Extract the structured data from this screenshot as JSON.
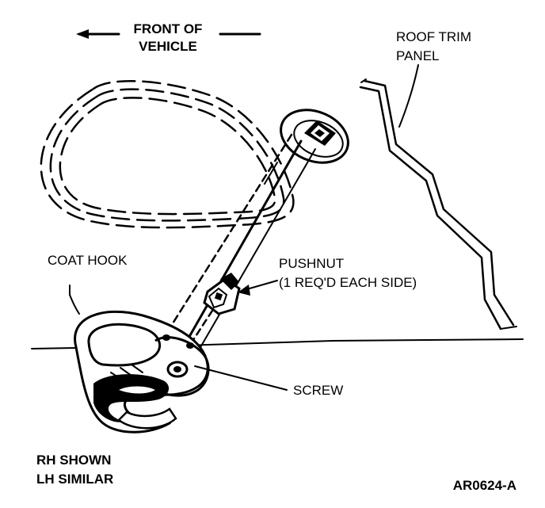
{
  "labels": {
    "front_of_vehicle_line1": "FRONT OF",
    "front_of_vehicle_line2": "VEHICLE",
    "roof_trim_line1": "ROOF TRIM",
    "roof_trim_line2": "PANEL",
    "coat_hook": "COAT HOOK",
    "pushnut_line1": "PUSHNUT",
    "pushnut_line2": "(1 REQ'D EACH SIDE)",
    "screw": "SCREW",
    "rh_shown": "RH SHOWN",
    "lh_similar": "LH SIMILAR",
    "figure_id": "AR0624-A"
  },
  "colors": {
    "ink": "#000000",
    "background": "#ffffff"
  }
}
